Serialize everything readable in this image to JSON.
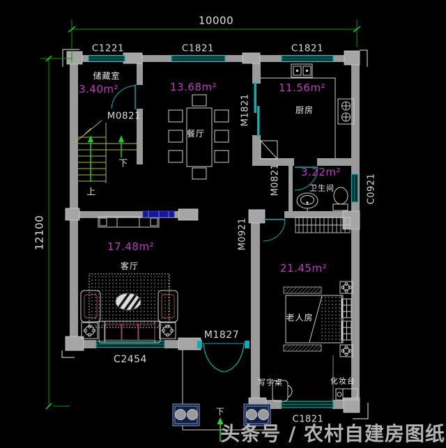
{
  "dimensions": {
    "width": "10000",
    "height": "12100"
  },
  "windows": {
    "c1221": "C1221",
    "c1821_top_mid": "C1821",
    "c1821_top_right": "C1821",
    "c0921": "C0921",
    "c2454": "C2454",
    "c1821_bottom": "C1821"
  },
  "doors": {
    "storage": "M0821",
    "kitchen": "M1821",
    "bathroom": "M0821",
    "bedroom": "M0921",
    "entry": "M1827"
  },
  "rooms": {
    "storage": {
      "name": "储藏室",
      "area": "3.40m²"
    },
    "dining": {
      "name": "餐厅",
      "area": "13.68m²"
    },
    "kitchen": {
      "name": "厨房",
      "area": "11.56m²"
    },
    "bathroom": {
      "name": "卫生间",
      "area": "3.22m²"
    },
    "living": {
      "name": "客厅",
      "area": "17.48m²"
    },
    "bedroom": {
      "name": "老人房",
      "area": "21.45m²"
    }
  },
  "furniture": {
    "desk": "写字桌",
    "dresser": "化妆台"
  },
  "stairs": {
    "up": "上",
    "down": "下"
  },
  "entry": {
    "step": "下"
  },
  "watermark": "头条号 / 农村自建房图纸",
  "colors": {
    "background": "#000000",
    "wall": "#9a9a9a",
    "window": "#00b2b2",
    "dimension": "#00a000",
    "area_label": "#c03ac0",
    "stair": "#b9b93d",
    "watermark": "#b3b3b3"
  }
}
